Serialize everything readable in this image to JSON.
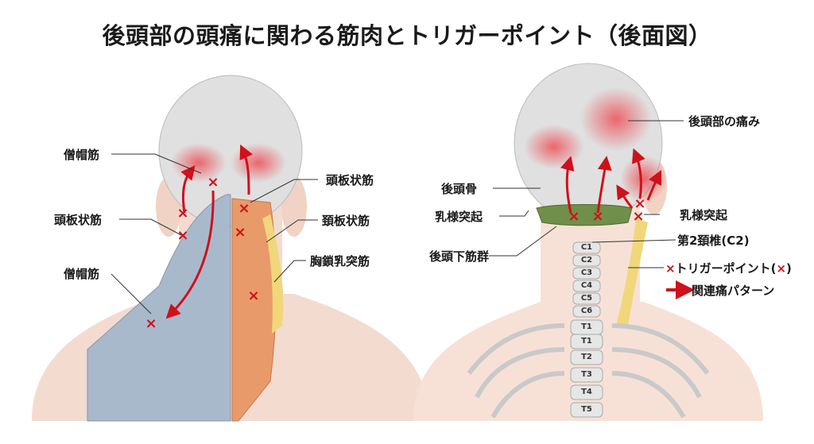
{
  "title": "後頭部の頭痛に関わる筋肉とトリガーポイント（後面図）",
  "left_figure": {
    "labels": {
      "trapezius_upper": "僧帽筋",
      "splenius_capitis_left": "頭板状筋",
      "trapezius_lower": "僧帽筋",
      "splenius_capitis_right": "頭板状筋",
      "splenius_cervicis": "頚板状筋",
      "sternocleidomastoid": "胸鎖乳突筋"
    }
  },
  "right_figure": {
    "labels": {
      "occipital_pain": "後頭部の痛み",
      "occipital_bone": "後頭骨",
      "mastoid_left": "乳様突起",
      "mastoid_right": "乳様突起",
      "c2": "第2頚椎(C2)",
      "suboccipital": "後頭下筋群"
    },
    "vertebrae": [
      "C1",
      "C2",
      "C3",
      "C4",
      "C5",
      "C6",
      "T1",
      "T1",
      "T2",
      "T3",
      "T4",
      "T5"
    ]
  },
  "legend": {
    "trigger_point_mark": "×",
    "trigger_point_label": "トリガーポイント(",
    "trigger_point_suffix_mark": "×",
    "trigger_point_close": ")",
    "referred_pain_label": "関連痛パターン"
  },
  "colors": {
    "marker": "#d0101a",
    "trapezius": "#a9b9cc",
    "splenius": "#e89a6a",
    "scm": "#f0d77a",
    "suboccipital": "#6f8f4a",
    "bone": "#dcdcdc",
    "skin": "#f7e1d6"
  }
}
